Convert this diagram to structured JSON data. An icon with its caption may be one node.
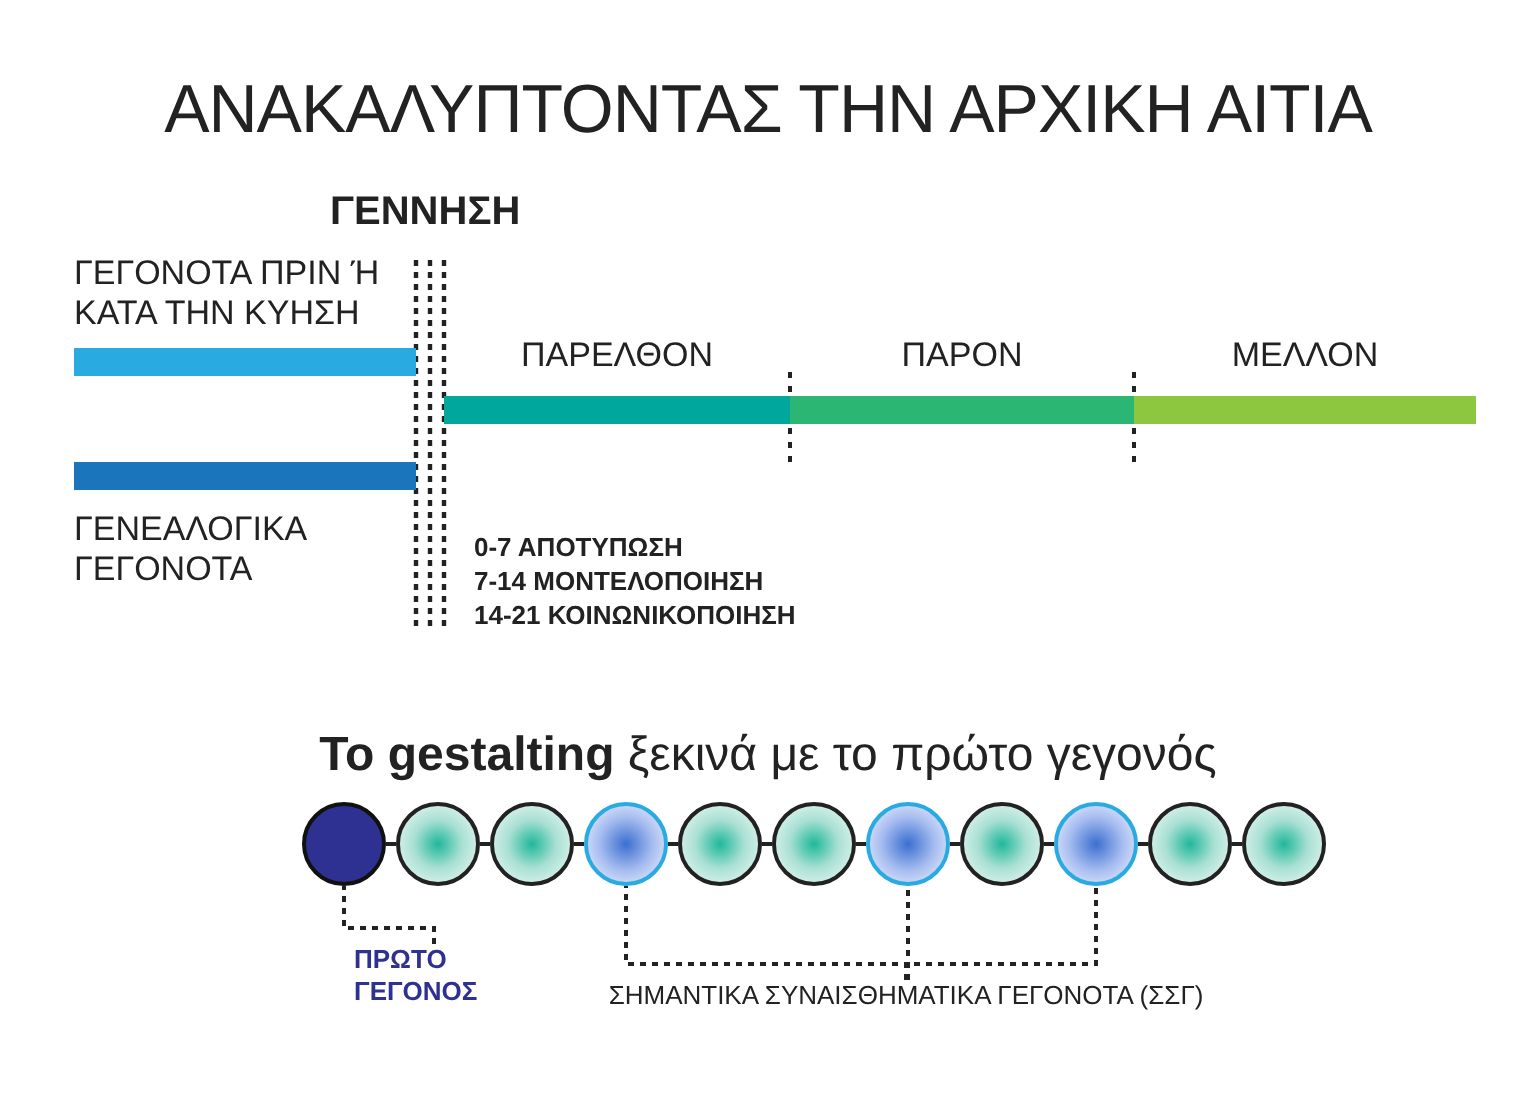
{
  "diagram": {
    "title": "ΑΝΑΚΑΛΥΠΤΟΝΤΑΣ ΤΗΝ ΑΡΧΙΚΗ ΑΙΤΙΑ",
    "nodes": [
      {
        "text": [
          "ΓΕΓΟΝΟΤΑ ΠΡΙΝ Ή ΚΑΤΑ ΤΗΝ ΚΥΗΣΗ"
        ]
      },
      {
        "text": [
          "ΓΕΝΕΑΛΟΓΙΚΑ ΓΕΓΟΝΟΤΑ"
        ]
      },
      {
        "text": [
          "ΠΑΡΕΛΘΟΝ"
        ]
      },
      {
        "text": [
          "ΠΑΡΟΝ"
        ]
      },
      {
        "text": [
          "ΜΕΛΛΟΝ"
        ]
      },
      {
        "text": [],
        "shape": "circle"
      },
      {
        "text": [],
        "shape": "circle"
      },
      {
        "text": [],
        "shape": "circle"
      },
      {
        "text": [],
        "shape": "circle"
      },
      {
        "text": [],
        "shape": "circle"
      },
      {
        "text": [],
        "shape": "circle"
      },
      {
        "text": [],
        "shape": "circle"
      },
      {
        "text": [],
        "shape": "circle"
      },
      {
        "text": [],
        "shape": "circle"
      },
      {
        "text": [],
        "shape": "circle"
      },
      {
        "text": [],
        "shape": "circle"
      },
      {
        "text": [
          "ΠΡΩΤΟ ΓΕΓΟΝΟΣ"
        ]
      },
      {
        "text": [
          "ΣΗΜΑΝΤΙΚΑ ΣΥΝΑΙΣΘΗΜΑΤΙΚΑ ΓΕΓΟΝΟΤΑ (ΣΣΓ)"
        ]
      }
    ],
    "edges": [
      {
        "from": 5,
        "to": 6,
        "arrow": "none"
      },
      {
        "from": 6,
        "to": 7,
        "arrow": "none"
      },
      {
        "from": 7,
        "to": 8,
        "arrow": "none"
      },
      {
        "from": 8,
        "to": 9,
        "arrow": "none"
      },
      {
        "from": 9,
        "to": 10,
        "arrow": "none"
      },
      {
        "from": 10,
        "to": 11,
        "arrow": "none"
      },
      {
        "from": 11,
        "to": 12,
        "arrow": "none"
      },
      {
        "from": 12,
        "to": 13,
        "arrow": "none"
      },
      {
        "from": 13,
        "to": 14,
        "arrow": "none"
      },
      {
        "from": 14,
        "to": 15,
        "arrow": "none"
      },
      {
        "from": 16,
        "to": 5,
        "arrow": "none",
        "style": "dashed"
      },
      {
        "from": 17,
        "to": 8,
        "arrow": "none",
        "style": "dashed"
      },
      {
        "from": 17,
        "to": 11,
        "arrow": "none",
        "style": "dashed"
      },
      {
        "from": 17,
        "to": 13,
        "arrow": "none",
        "style": "dashed"
      }
    ],
    "labels": [
      "ΓΕΝΝΗΣΗ",
      "0-7 ΑΠΟΤΥΠΩΣΗ",
      "7-14 ΜΟΝΤΕΛΟΠΟΙΗΣΗ",
      "14-21 ΚΟΙΝΩΝΙΚΟΠΟΙΗΣΗ",
      "**Το gestalting** ξεκινά με το πρώτο γεγονός"
    ]
  }
}
